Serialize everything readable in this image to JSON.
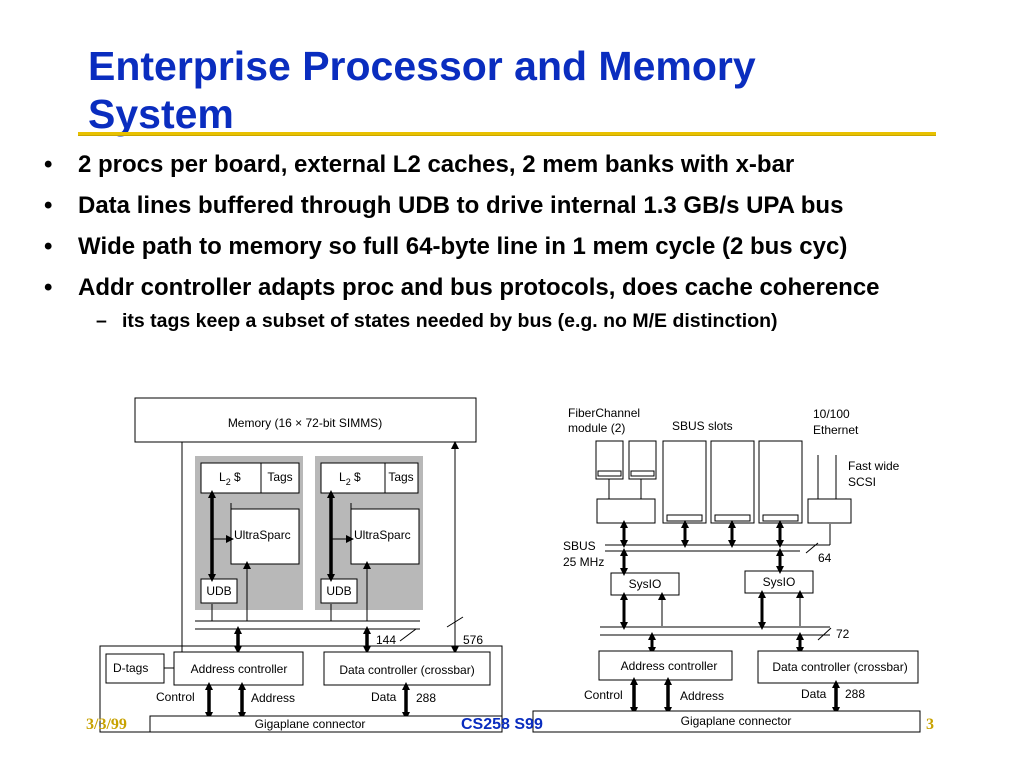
{
  "slide": {
    "title_line1": "Enterprise Processor and Memory",
    "title_line2": "System",
    "bullets": [
      "2 procs per board, external L2 caches, 2 mem banks with x-bar",
      "Data lines buffered through UDB to drive internal 1.3 GB/s UPA bus",
      "Wide path to memory so full 64-byte line in 1 mem cycle (2 bus cyc)",
      "Addr controller adapts proc and bus protocols, does cache coherence"
    ],
    "sub_bullet": "its tags keep a subset of states needed by bus (e.g. no M/E distinction)",
    "bullet_marker": "•",
    "sub_marker": "–"
  },
  "left_board": {
    "memory": "Memory (16 × 72-bit SIMMS)",
    "l2_a": "L",
    "l2_sub": "2",
    "l2_b": " $",
    "tags": "Tags",
    "cpu": "UltraSparc",
    "udb": "UDB",
    "bus_144": "144",
    "bus_576": "576",
    "dtags": "D-tags",
    "addr_ctrl": "Address controller",
    "data_ctrl": "Data controller (crossbar)",
    "control": "Control",
    "address": "Address",
    "data": "Data",
    "width_288": "288",
    "gigaplane": "Gigaplane connector"
  },
  "right_board": {
    "fiberchannel_1": "FiberChannel",
    "fiberchannel_2": "module (2)",
    "sbus_slots": "SBUS slots",
    "ethernet_1": "10/100",
    "ethernet_2": "Ethernet",
    "scsi_1": "Fast wide",
    "scsi_2": "SCSI",
    "sbus_1": "SBUS",
    "sbus_2": "25 MHz",
    "sysio": "SysIO",
    "width_64": "64",
    "width_72": "72",
    "addr_ctrl": "Address controller",
    "data_ctrl": "Data controller (crossbar)",
    "control": "Control",
    "address": "Address",
    "data": "Data",
    "width_288": "288",
    "gigaplane": "Gigaplane connector"
  },
  "footer": {
    "date": "3/3/99",
    "course": "CS258 S99",
    "page": "3"
  },
  "colors": {
    "title": "#0A2DBF",
    "rule": "#E8C100",
    "footer_gold": "#C8A200",
    "proc_module": "#B8B8B8"
  }
}
